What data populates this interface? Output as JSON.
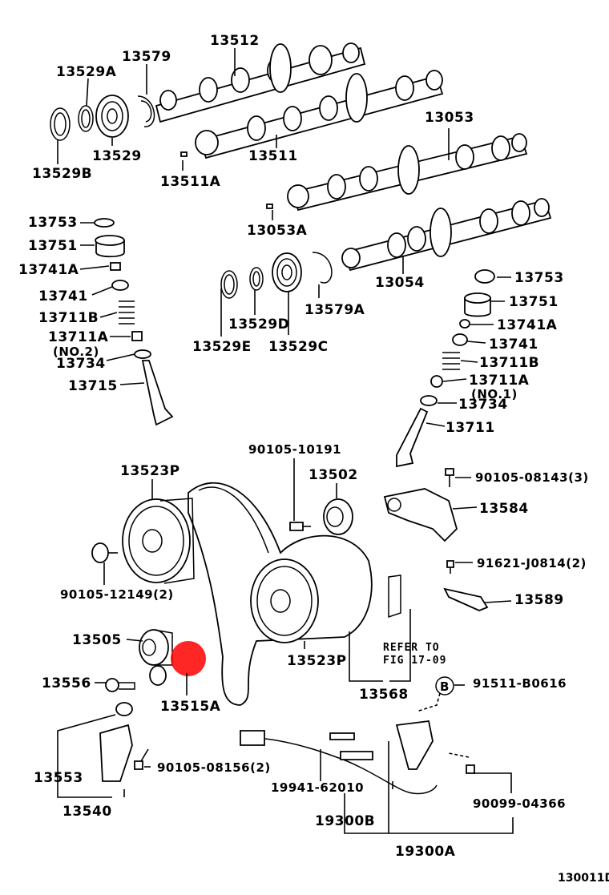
{
  "diagram": {
    "figure_code": "130011D",
    "refer_note": [
      "REFER TO",
      "FIG 17-09"
    ],
    "highlight_color": "#ff0000",
    "labels": {
      "p13512": "13512",
      "p13579": "13579",
      "p13529a": "13529A",
      "p13529": "13529",
      "p13529b": "13529B",
      "p13511": "13511",
      "p13511a": "13511A",
      "p13053": "13053",
      "p13053a": "13053A",
      "p13054": "13054",
      "p13753_l": "13753",
      "p13751_l": "13751",
      "p13741a_l": "13741A",
      "p13741_l": "13741",
      "p13711b_l": "13711B",
      "p13711a_l": "13711A",
      "p_no2": "(NO.2)",
      "p13734_l": "13734",
      "p13715": "13715",
      "p13529e": "13529E",
      "p13529d": "13529D",
      "p13529c": "13529C",
      "p13579a": "13579A",
      "p13753_r": "13753",
      "p13751_r": "13751",
      "p13741a_r": "13741A",
      "p13741_r": "13741",
      "p13711b_r": "13711B",
      "p13711a_r": "13711A",
      "p_no1": "(NO.1)",
      "p13734_r": "13734",
      "p13711": "13711",
      "p90105_10191": "90105-10191",
      "p13502": "13502",
      "p13523p_top": "13523P",
      "p90105_08143": "90105-08143(3)",
      "p13584": "13584",
      "p90105_12149": "90105-12149(2)",
      "p91621_j0814": "91621-J0814(2)",
      "p13589": "13589",
      "p13505": "13505",
      "p13523p_bot": "13523P",
      "p13556": "13556",
      "p13515a": "13515A",
      "p13568": "13568",
      "p_b": "B",
      "p91511_b0616": "91511-B0616",
      "p13553": "13553",
      "p90105_08156": "90105-08156(2)",
      "p19941_62010": "19941-62010",
      "p90099_04366": "90099-04366",
      "p13540": "13540",
      "p19300b": "19300B",
      "p19300a": "19300A"
    }
  }
}
